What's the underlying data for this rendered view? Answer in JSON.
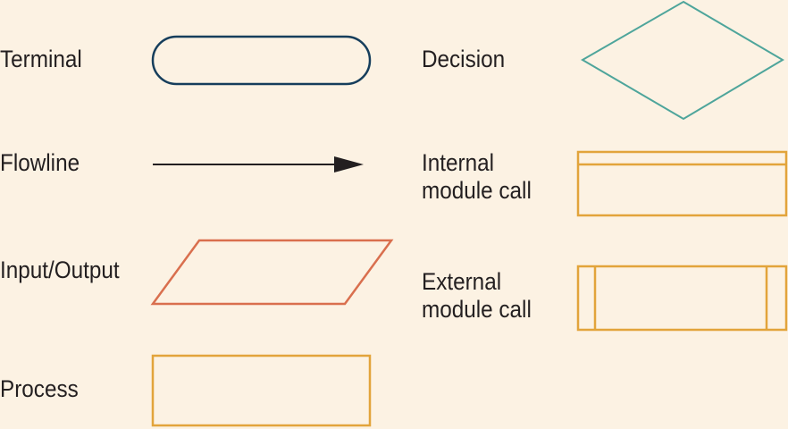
{
  "symbols": [
    {
      "id": "terminal",
      "label_lines": [
        "Terminal"
      ],
      "shape": "rounded-rectangle",
      "color": "#163e5c"
    },
    {
      "id": "flowline",
      "label_lines": [
        "Flowline"
      ],
      "shape": "arrow",
      "color": "#231f20"
    },
    {
      "id": "input-output",
      "label_lines": [
        "Input/Output"
      ],
      "shape": "parallelogram",
      "color": "#d96f4e"
    },
    {
      "id": "process",
      "label_lines": [
        "Process"
      ],
      "shape": "rectangle",
      "color": "#e2a43b"
    },
    {
      "id": "decision",
      "label_lines": [
        "Decision"
      ],
      "shape": "diamond",
      "color": "#4ea59b"
    },
    {
      "id": "internal-module-call",
      "label_lines": [
        "Internal",
        "module call"
      ],
      "shape": "rectangle-with-top-band",
      "color": "#e2a43b"
    },
    {
      "id": "external-module-call",
      "label_lines": [
        "External",
        "module call"
      ],
      "shape": "rectangle-with-side-bars",
      "color": "#e2a43b"
    }
  ],
  "colors": {
    "background": "#fcf2e3",
    "text": "#231f20"
  }
}
